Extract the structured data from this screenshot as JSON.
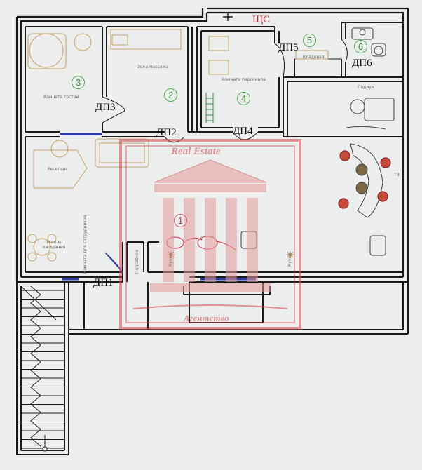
{
  "labels": {
    "dp1": "ДП1",
    "dp2": "ДП2",
    "dp3": "ДП3",
    "dp4": "ДП4",
    "dp5": "ДП5",
    "dp6": "ДП6",
    "shc": "ЩС"
  },
  "rooms": {
    "r1": "1",
    "r2": "2",
    "r3": "3",
    "r4": "4",
    "r5": "5",
    "r6": "6",
    "guest_room": "Комната гостей",
    "massage_zone": "Зона массажа",
    "staff_room": "Комната персонала",
    "storage": "Кладовая",
    "podium": "Подиум",
    "reception": "Ресепшн",
    "waiting_corner": "Уголок ожидания",
    "corridor_note": "Комната для сотрудников",
    "vertical_left": "Подсобное",
    "vertical_mid": "Кухня",
    "vertical_right": "Кухня",
    "tv": "ТВ"
  },
  "watermark": {
    "top": "Real Estate",
    "bottom": "Агентство"
  },
  "colors": {
    "wall": "#1a1a1a",
    "red_frame": "#d9464a",
    "window": "#2b3aa8",
    "furniture": "#c9a26a",
    "room_number": "#3d9a3d"
  }
}
